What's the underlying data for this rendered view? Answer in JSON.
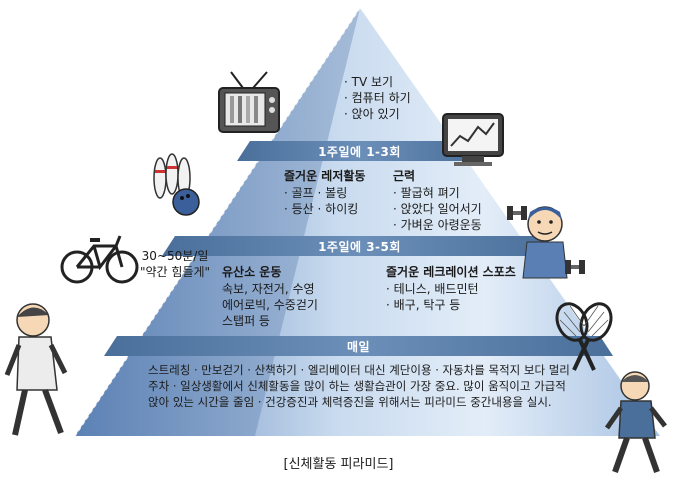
{
  "caption": "[신체활동 피라미드]",
  "top": {
    "items": [
      "· TV 보기",
      "· 컴퓨터 하기",
      "· 앉아 있기"
    ]
  },
  "level2": {
    "band": "1주일에 1-3회",
    "left_title": "즐거운 레저활동",
    "left_items": [
      "· 골프  · 볼링",
      "· 등산  · 하이킹"
    ],
    "right_title": "근력",
    "right_items": [
      "· 팔굽혀 펴기",
      "· 앉았다 일어서기",
      "· 가벼운 아령운동"
    ]
  },
  "level3": {
    "band": "1주일에 3-5회",
    "left_title": "유산소 운동",
    "left_items": [
      "속보, 자전거, 수영",
      "에어로빅, 수중걷기",
      "스탭퍼 등"
    ],
    "right_title": "즐거운 레크레이션 스포츠",
    "right_items": [
      "· 테니스, 배드민턴",
      "· 배구, 탁구 등"
    ]
  },
  "level4": {
    "band": "매일",
    "text": "스트레칭 · 만보걷기 · 산책하기 · 엘리베이터 대신 계단이용 · 자동차를 목적지 보다 멀리 주차 · 일상생활에서 신체활동을 많이 하는 생활습관이 가장 중요. 많이 움직이고 가급적 앉아 있는 시간을 줄임 · 건강증진과 체력증진을 위해서는 피라미드 중간내용을 실시."
  },
  "side_note": {
    "line1": "30~50분/일",
    "line2": "\"약간 힘들게\""
  },
  "colors": {
    "band": "#5a7fa8",
    "pyramid_light": "#dce8f6",
    "pyramid_dark": "#6f95c6"
  },
  "icons": [
    "tv-icon",
    "computer-chart-icon",
    "bowling-icon",
    "dumbbell-man-icon",
    "bicycle-icon",
    "tennis-rackets-icon",
    "walking-man-icon",
    "jogging-man-icon"
  ]
}
